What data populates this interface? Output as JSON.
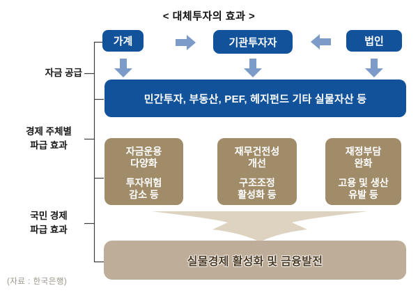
{
  "title": "< 대체투자의 효과 >",
  "colors": {
    "navy": "#11529a",
    "arrow_blue": "#7d9bc8",
    "khaki": "#a18c69",
    "bar_khaki": "#bead98",
    "swoosh": "#ddd3c0",
    "bottom_text": "#4a3a24",
    "label_text": "#171717",
    "bracket": "#3c3c3c",
    "source_text": "#9b968c"
  },
  "flow_top": {
    "household": "가계",
    "institutional_investor": "기관투자자",
    "corporation": "법인"
  },
  "supply_bar": "민간투자, 부동산, PEF, 헤지펀드 기타 실물자산 등",
  "side_labels": {
    "funding": "자금 공급",
    "agent_line1": "경제 주체별",
    "agent_line2": "파급 효과",
    "national_line1": "국민 경제",
    "national_line2": "파급 효과"
  },
  "effect_boxes": [
    {
      "g1l1": "자금운용",
      "g1l2": "다양화",
      "g2l1": "투자위험",
      "g2l2": "감소 등"
    },
    {
      "g1l1": "재무건전성",
      "g1l2": "개선",
      "g2l1": "구조조정",
      "g2l2": "활성화 등"
    },
    {
      "g1l1": "재정부담",
      "g1l2": "완화",
      "g2l1": "고용 및 생산",
      "g2l2": "유발 등"
    }
  ],
  "bottom_bar": "실물경제 활성화 및 금융발전",
  "source": "(자료 : 한국은행)"
}
